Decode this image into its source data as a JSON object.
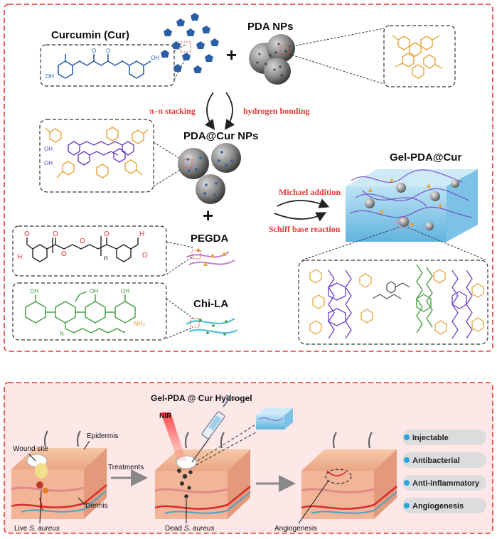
{
  "synthesis": {
    "curcumin_label": "Curcumin (Cur)",
    "pda_label": "PDA NPs",
    "stacking_label": "π–π stacking",
    "hbond_label": "hydrogen bonding",
    "pdacur_label": "PDA@Cur NPs",
    "gel_label": "Gel-PDA@Cur",
    "michael_label": "Michael addition",
    "schiff_label": "Schiff base reaction",
    "pegda_label": "PEGDA",
    "chila_label": "Chi-LA",
    "pegda_n": "n",
    "chila_nh2": "NH₂",
    "oh": "OH",
    "h": "H",
    "o": "O",
    "n": "N"
  },
  "application": {
    "hydrogel_label": "Gel-PDA @ Cur Hydrogel",
    "nir_label": "NIR",
    "wound_site_label": "Wound site",
    "epidermis_label": "Epidermis",
    "treatments_label": "Treatments",
    "dermis_label": "Dermis",
    "live_prefix": "Live ",
    "live_species": "S. aureus",
    "dead_prefix": "Dead ",
    "dead_species": "S. aureus",
    "angiogenesis_label": "Angiogenesis",
    "properties": [
      "Injectable",
      "Antibacterial",
      "Anti-inflammatory",
      "Angiogenesis"
    ]
  },
  "colors": {
    "frame": "#e53935",
    "red_text": "#e53935",
    "cur_blue": "#2a5fa8",
    "purple": "#6a3fc8",
    "orange": "#e8a33a",
    "green": "#3f9a3a",
    "pill": "#dcdcdc",
    "bullet": "#2aa3e0",
    "pink_panel": "#fde7e7"
  }
}
